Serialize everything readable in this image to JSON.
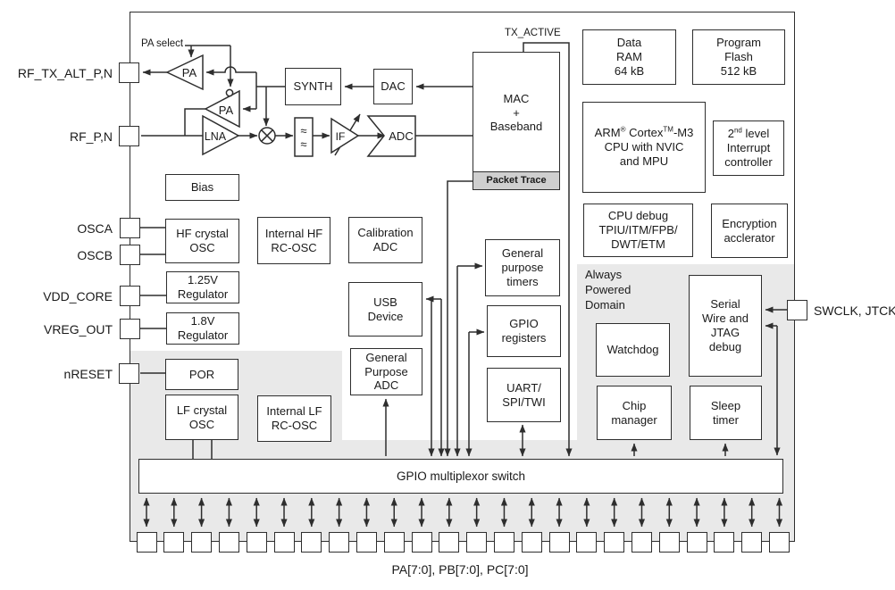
{
  "pins": {
    "left": [
      "RF_TX_ALT_P,N",
      "RF_P,N",
      "OSCA",
      "OSCB",
      "VDD_CORE",
      "VREG_OUT",
      "nRESET"
    ],
    "right": "SWCLK, JTCK",
    "bottom_label": "PA[7:0], PB[7:0], PC[7:0]",
    "bottom_count": 24
  },
  "annotations": {
    "pa_select": "PA select",
    "tx_active": "TX_ACTIVE",
    "always_powered": "Always\nPowered\nDomain",
    "packet_trace": "Packet Trace",
    "gpio_mux": "GPIO multiplexor switch"
  },
  "rf": {
    "pa_top": "PA",
    "pa_bottom": "PA",
    "lna": "LNA",
    "if_amp": "IF",
    "adc": "ADC",
    "synth": "SYNTH",
    "dac": "DAC",
    "filter_glyph": "≈",
    "mac": "MAC\n+\nBaseband"
  },
  "blocks": {
    "bias": "Bias",
    "hf_xtal": "HF crystal\nOSC",
    "int_hf": "Internal HF\nRC-OSC",
    "cal_adc": "Calibration\nADC",
    "reg125": "1.25V\nRegulator",
    "reg18": "1.8V\nRegulator",
    "por": "POR",
    "lf_xtal": "LF crystal\nOSC",
    "int_lf": "Internal LF\nRC-OSC",
    "usb": "USB\nDevice",
    "gp_adc": "General\nPurpose\nADC",
    "gp_timers": "General\npurpose\ntimers",
    "gpio_regs": "GPIO\nregisters",
    "uart": "UART/\nSPI/TWI",
    "data_ram": "Data\nRAM\n64 kB",
    "flash": "Program\nFlash\n512 kB",
    "cpu_debug": "CPU debug\nTPIU/ITM/FPB/\nDWT/ETM",
    "encryption": "Encryption\nacclerator",
    "watchdog": "Watchdog",
    "serial_wire": "Serial\nWire and\nJTAG\ndebug",
    "chip_manager": "Chip\nmanager",
    "sleep_timer": "Sleep\ntimer"
  },
  "cpu": {
    "arm": "ARM",
    "reg": "®",
    "cortex": " Cortex",
    "tm": "TM",
    "m3": "-M3",
    "line2": "CPU with NVIC",
    "line3": "and MPU"
  },
  "interrupt": {
    "num": "2",
    "sup": "nd",
    "level": " level",
    "line2": "Interrupt",
    "line3": "controller"
  }
}
